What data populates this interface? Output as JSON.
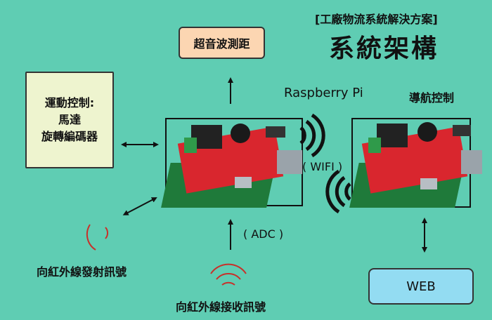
{
  "header": {
    "subtitle": "[工廠物流系統解決方案]",
    "title": "系統架構"
  },
  "nodes": {
    "ultrasonic": "超音波測距",
    "motion_line1": "運動控制:",
    "motion_line2": "馬達",
    "motion_line3": "旋轉編碼器",
    "raspberry_label": "Raspberry Pi",
    "nav_label": "導航控制",
    "wifi_label": "( WIFI )",
    "adc_label": "( ADC )",
    "ir_emit_label": "向紅外線發射訊號",
    "ir_recv_label": "向紅外線接收訊號",
    "web": "WEB"
  },
  "colors": {
    "background": "#5fcdb3",
    "ultrasonic_box": "#fcd6b2",
    "motion_box": "#eef4cf",
    "web_box": "#93dcf2",
    "signal_red": "#c8302a",
    "board_red": "#d9262e",
    "board_green": "#1f7a3a"
  },
  "icons": {
    "wifi_right": "wifi-waves-right-icon",
    "wifi_left": "wifi-waves-left-icon",
    "ir_emit": "infrared-emit-waves-icon",
    "ir_recv": "infrared-receive-waves-icon"
  }
}
